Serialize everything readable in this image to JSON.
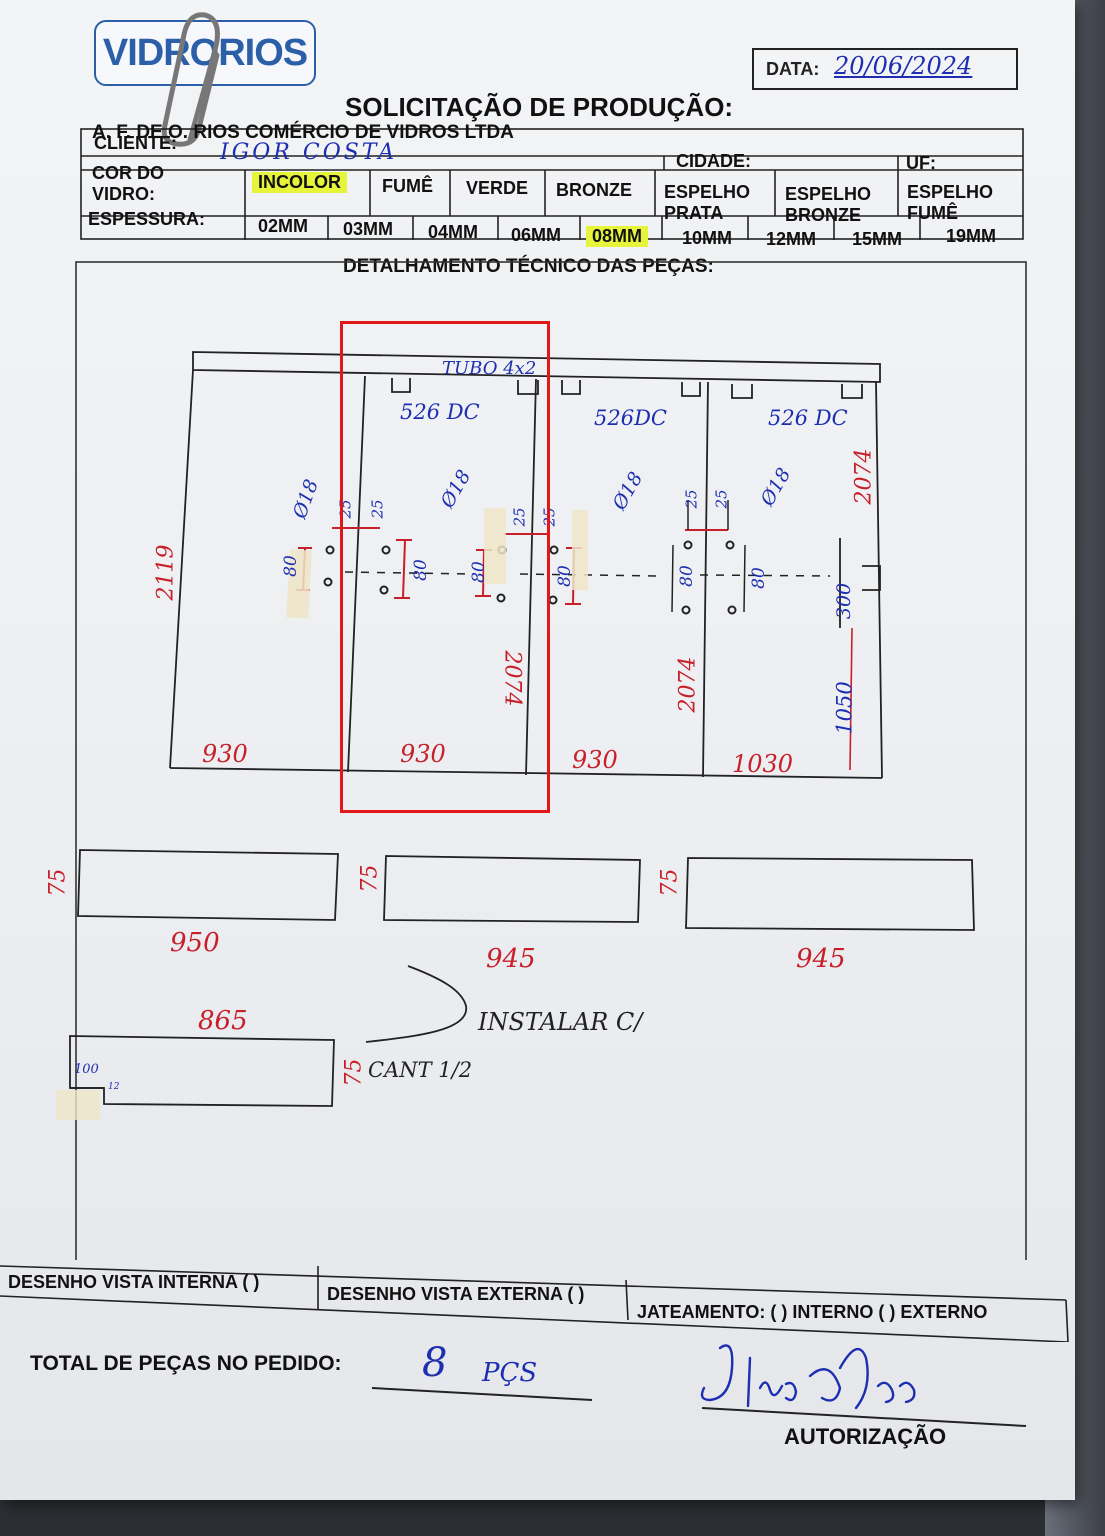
{
  "header": {
    "logo_text": "VIDRORIOS",
    "date_label": "DATA:",
    "date_value": "20/06/2024",
    "title": "SOLICITAÇÃO DE PRODUÇÃO:",
    "company": "A. F. DE O. RIOS COMÉRCIO DE VIDROS LTDA"
  },
  "client": {
    "label": "CLIENTE:",
    "value": "IGOR COSTA",
    "city_label": "CIDADE:",
    "uf_label": "UF:"
  },
  "glass_color": {
    "label_line1": "COR DO",
    "label_line2": "VIDRO:",
    "options": [
      "INCOLOR",
      "FUMÊ",
      "VERDE",
      "BRONZE",
      "ESPELHO PRATA",
      "ESPELHO BRONZE",
      "ESPELHO FUMÊ"
    ],
    "selected": "INCOLOR"
  },
  "thickness": {
    "label": "ESPESSURA:",
    "options": [
      "02MM",
      "03MM",
      "04MM",
      "06MM",
      "08MM",
      "10MM",
      "12MM",
      "15MM",
      "19MM"
    ],
    "selected": "08MM"
  },
  "section_title": "DETALHAMENTO TÉCNICO DAS PEÇAS:",
  "drawing": {
    "top_label": "TUBO 4x2",
    "fitting_labels": [
      "526 DC",
      "526DC",
      "526 DC"
    ],
    "hole_labels": [
      "Ø18",
      "Ø18",
      "Ø18",
      "Ø18"
    ],
    "small_dims": [
      "25",
      "25",
      "25",
      "25",
      "25",
      "25"
    ],
    "spacing_dims": [
      "80",
      "80",
      "80",
      "80",
      "80",
      "80"
    ],
    "heights": [
      "2119",
      "2074",
      "2074",
      "2074",
      "300",
      "1050"
    ],
    "widths": [
      "930",
      "930",
      "930",
      "1030"
    ],
    "strips": [
      {
        "width": "950",
        "height": "75"
      },
      {
        "width": "945",
        "height": "75"
      },
      {
        "width": "945",
        "height": "75"
      },
      {
        "width": "865",
        "height": "75"
      }
    ],
    "notch": {
      "w": "100",
      "h": "12"
    },
    "note_line1": "INSTALAR C/",
    "note_line2": "CANT 1/2"
  },
  "footer": {
    "internal_view": "DESENHO VISTA INTERNA ( )",
    "external_view": "DESENHO VISTA EXTERNA ( )",
    "sandblast": "JATEAMENTO: ( ) INTERNO ( ) EXTERNO",
    "total_label": "TOTAL DE PEÇAS NO PEDIDO:",
    "total_value": "8",
    "total_unit": "PÇS",
    "auth_label": "AUTORIZAÇÃO",
    "signature": "Filipe Rios"
  },
  "colors": {
    "ink_blue": "#1d2fb0",
    "ink_red": "#c8202a",
    "highlight": "#e6f53a",
    "annotation_red": "#e01818"
  }
}
